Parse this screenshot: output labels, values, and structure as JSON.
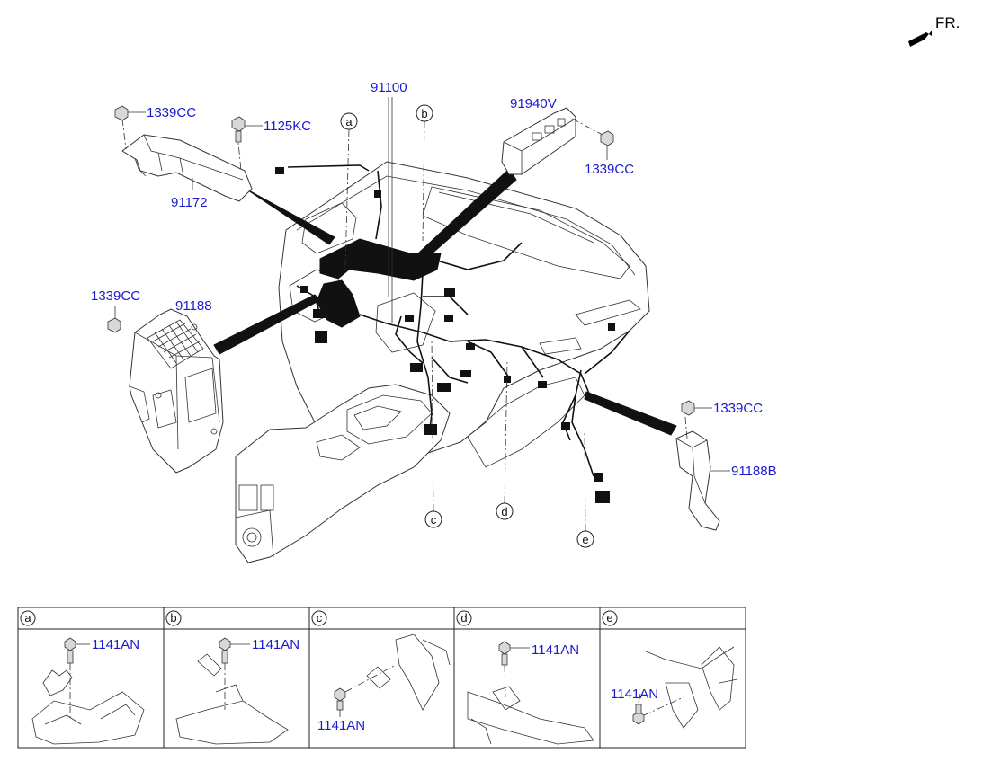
{
  "direction": {
    "label": "FR."
  },
  "parts": {
    "p91100": "91100",
    "p91940v": "91940V",
    "p1339cc_top_left": "1339CC",
    "p1125kc": "1125KC",
    "p91172": "91172",
    "p1339cc_right_top": "1339CC",
    "p1339cc_left": "1339CC",
    "p91188": "91188",
    "p1339cc_right": "1339CC",
    "p91188b": "91188B"
  },
  "callouts": [
    "a",
    "b",
    "c",
    "d",
    "e"
  ],
  "details": [
    {
      "letter": "a",
      "part": "1141AN"
    },
    {
      "letter": "b",
      "part": "1141AN"
    },
    {
      "letter": "c",
      "part": "1141AN"
    },
    {
      "letter": "d",
      "part": "1141AN"
    },
    {
      "letter": "e",
      "part": "1141AN"
    }
  ],
  "colors": {
    "label": "#1a1ad0",
    "line": "#222222"
  }
}
